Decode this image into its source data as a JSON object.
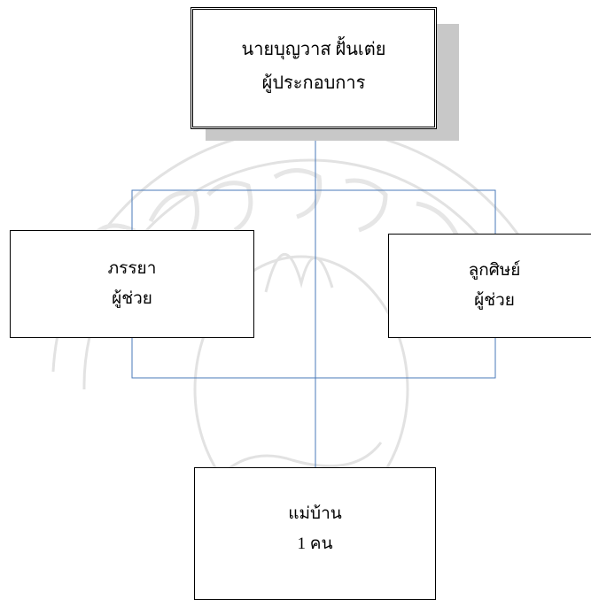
{
  "chart": {
    "owner": {
      "name": "นายบุญวาส ฝั้นเต่ย",
      "role": "ผู้ประกอบการ"
    },
    "left": {
      "name": "ภรรยา",
      "role": "ผู้ช่วย"
    },
    "right": {
      "name": "ลูกศิษย์",
      "role": "ผู้ช่วย"
    },
    "bottom": {
      "name": "แม่บ้าน",
      "role": "1 คน"
    }
  },
  "colors": {
    "connector": "#4a7ab8",
    "border": "#000000",
    "shadow": "#c8c8c8",
    "watermark": "#e4e4e4"
  }
}
